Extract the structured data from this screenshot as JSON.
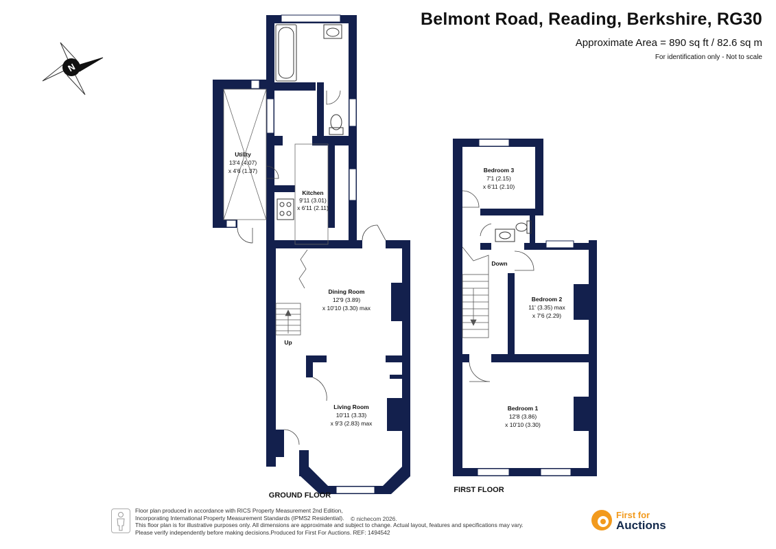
{
  "header": {
    "title": "Belmont Road, Reading, Berkshire, RG30",
    "area": "Approximate Area = 890 sq ft / 82.6 sq m",
    "identification": "For identification only - Not to scale"
  },
  "compass": {
    "label": "N"
  },
  "ground_floor": {
    "label": "GROUND FLOOR",
    "rooms": [
      {
        "name": "Utility",
        "dim1": "13'4 (4.07)",
        "dim2": "x 4'6 (1.37)"
      },
      {
        "name": "Kitchen",
        "dim1": "9'11 (3.01)",
        "dim2": "x 6'11 (2.11)"
      },
      {
        "name": "Dining  Room",
        "dim1": "12'9 (3.89)",
        "dim2": "x 10'10 (3.30) max"
      },
      {
        "name": "Living Room",
        "dim1": "10'11 (3.33)",
        "dim2": "x 9'3 (2.83) max"
      }
    ],
    "stairs_label": "Up"
  },
  "first_floor": {
    "label": "FIRST FLOOR",
    "rooms": [
      {
        "name": "Bedroom 3",
        "dim1": "7'1 (2.15)",
        "dim2": "x 6'11 (2.10)"
      },
      {
        "name": "Bedroom 2",
        "dim1": "11' (3.35) max",
        "dim2": "x 7'6 (2.29)"
      },
      {
        "name": "Bedroom 1",
        "dim1": "12'8 (3.86)",
        "dim2": "x 10'10 (3.30)"
      }
    ],
    "stairs_label": "Down"
  },
  "footer": {
    "lines": [
      "Floor plan produced in accordance with RICS Property Measurement 2nd Edition,",
      "Incorporating International Property Measurement Standards (IPMS2 Residential).",
      "This floor plan is for illustrative purposes only. All dimensions are approximate and subject to change. Actual layout, features and specifications may vary.",
      "Please verify independently before making decisions.Produced for First For Auctions.   REF:  1494542"
    ],
    "copyright": "© nichecom 2026."
  },
  "brand": {
    "line1": "First for",
    "line2": "Auctions",
    "color": "#f29a1d",
    "dark": "#13294b"
  },
  "colors": {
    "wall": "#13204d",
    "window": "#ffffff"
  }
}
